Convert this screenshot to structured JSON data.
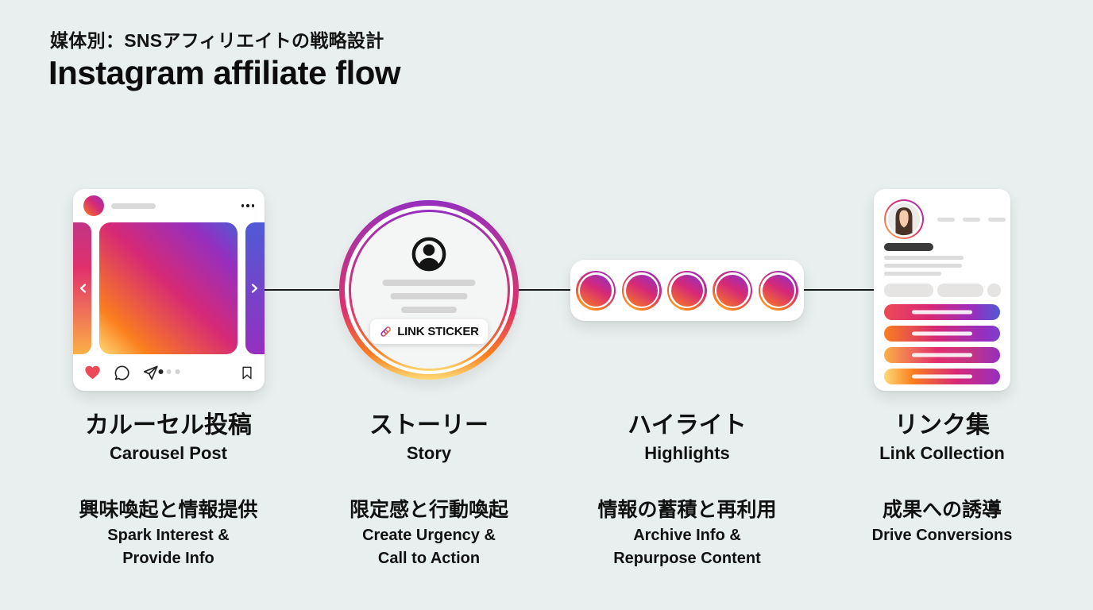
{
  "header": {
    "subtitle_jp": "媒体別：SNSアフィリエイトの戦略設計",
    "title": "Instagram affiliate flow"
  },
  "flow": {
    "steps": [
      {
        "id": "carousel-post",
        "name_jp": "カルーセル投稿",
        "name_en": "Carousel Post",
        "purpose_jp": "興味喚起と情報提供",
        "purpose_en": "Spark Interest &\nProvide Info"
      },
      {
        "id": "story",
        "name_jp": "ストーリー",
        "name_en": "Story",
        "purpose_jp": "限定感と行動喚起",
        "purpose_en": "Create Urgency &\nCall to Action",
        "link_sticker_label": "LINK STICKER"
      },
      {
        "id": "highlights",
        "name_jp": "ハイライト",
        "name_en": "Highlights",
        "purpose_jp": "情報の蓄積と再利用",
        "purpose_en": "Archive Info &\nRepurpose Content",
        "circle_count": 5
      },
      {
        "id": "link-collection",
        "name_jp": "リンク集",
        "name_en": "Link Collection",
        "purpose_jp": "成果への誘導",
        "purpose_en": "Drive Conversions",
        "link_button_count": 4
      }
    ]
  },
  "carousel_mockup": {
    "pagination_dots_total": 3,
    "pagination_active_dot": 1
  },
  "icons": {
    "more_options": "ellipsis-dots",
    "prev": "chevron-left",
    "next": "chevron-right",
    "like": "heart",
    "comment": "speech-bubble",
    "share": "paper-plane",
    "save": "bookmark",
    "profile": "person-in-circle",
    "link": "chain-link"
  },
  "colors": {
    "background": "#e9efee",
    "card": "#ffffff",
    "text": "#111111",
    "connector": "#1a1a1a",
    "heart_red": "#ed4956",
    "placeholder_gray": "#d9d9d9",
    "instagram_gradient": [
      "#feda75",
      "#fa7e1e",
      "#d62976",
      "#962fbf",
      "#4f5bd5"
    ]
  }
}
